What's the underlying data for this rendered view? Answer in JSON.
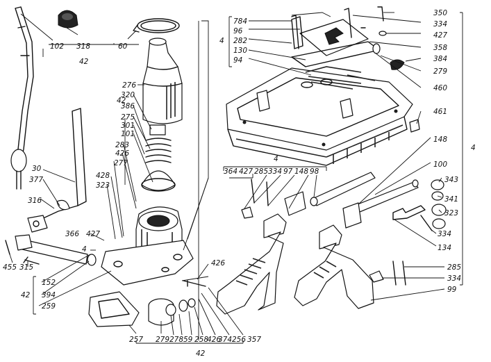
{
  "labels": {
    "l102": "102",
    "l318": "318",
    "l60": "60",
    "l42_top": "42",
    "l276": "276",
    "l320": "320",
    "l386": "386",
    "l275": "275",
    "l301": "301",
    "l101": "101",
    "l283": "283",
    "l426a": "426",
    "l277": "277",
    "l428": "428",
    "l323a": "323",
    "l42_mid": "42",
    "l30": "30",
    "l377": "377",
    "l316": "316",
    "l366": "366",
    "l427a": "427",
    "l4_left": "4",
    "l455": "455",
    "l315": "315",
    "l152": "152",
    "l394": "394",
    "l42_left": "42",
    "l259": "259",
    "l257": "257",
    "l279": "279",
    "l278": "278",
    "l59": "59",
    "l258": "258",
    "l426b": "426",
    "l374": "374",
    "l256": "256",
    "l357": "357",
    "l426c": "426",
    "l42_bottom": "42",
    "l784": "784",
    "l96": "96",
    "l282": "282",
    "l130": "130",
    "l94": "94",
    "l4_topleft": "4",
    "l350": "350",
    "l334a": "334",
    "l427b": "427",
    "l358": "358",
    "l384": "384",
    "l279b": "279",
    "l460": "460",
    "l461": "461",
    "l364": "364",
    "l427c": "427",
    "l285a": "285",
    "l334b": "334",
    "l97": "97",
    "l148a": "148",
    "l98": "98",
    "l4_mid": "4",
    "l148b": "148",
    "l100": "100",
    "l343": "343",
    "l341": "341",
    "l323b": "323",
    "l334c": "334",
    "l134": "134",
    "l285b": "285",
    "l334d": "334",
    "l99": "99",
    "l4_right": "4"
  }
}
